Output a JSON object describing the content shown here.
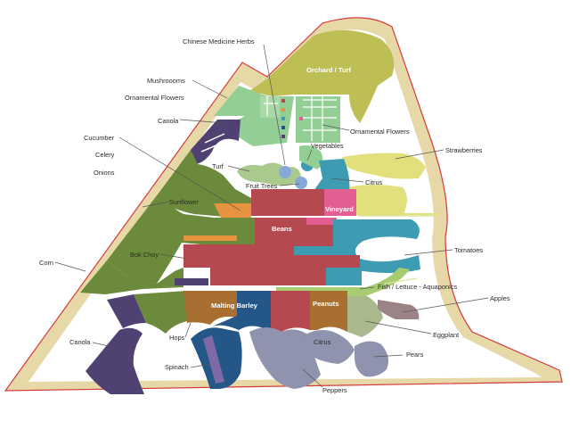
{
  "colors": {
    "boundary": "#d43a3a",
    "sand": "#e7d8a8",
    "olive": "#6c8a3c",
    "olive_light": "#bdbe54",
    "purple": "#4f4273",
    "brick": "#b6494f",
    "teal": "#3d9cb2",
    "navy": "#245688",
    "mint": "#93cf95",
    "yellow": "#e1e07c",
    "pink": "#e35e93",
    "grey_blue": "#8f93ad",
    "orange": "#e7923f",
    "brown": "#a86f31",
    "mauve": "#9b8486",
    "sage": "#a9b98d",
    "lavender": "#7f6aa8",
    "light_green": "#a7cc72"
  },
  "labels": {
    "chinese_medicine_herbs": "Chinese Medicine Herbs",
    "orchard_turf": "Orchard / Turf",
    "mushrooms": "Mushroooms",
    "ornamental_flowers_left": "Ornamental Flowers",
    "canola_top": "Canola",
    "ornamental_flowers_right": "Ornamental Flowers",
    "cucumber": "Cucumber",
    "celery": "Celery",
    "onions": "Onions",
    "vegetables": "Vegetables",
    "strawberries": "Strawberries",
    "turf": "Turf",
    "citrus_top": "Citrus",
    "fruit_trees": "Fruit Trees",
    "vineyard": "Vineyard",
    "sunflower": "Sunflower",
    "beans": "Beans",
    "tomatoes": "Tomatoes",
    "bok_choy": "Bok Choy",
    "corn": "Corn",
    "fish_lettuce_aquaponics": "Fish / Lettuce - Aquaponics",
    "apples": "Apples",
    "malting_barley": "Malting Barley",
    "peanuts": "Peanuts",
    "eggplant": "Eggplant",
    "canola_bottom": "Canola",
    "hops": "Hops",
    "citrus_bottom": "Citrus",
    "pears": "Pears",
    "spinach": "Spinach",
    "peppers": "Peppers"
  }
}
